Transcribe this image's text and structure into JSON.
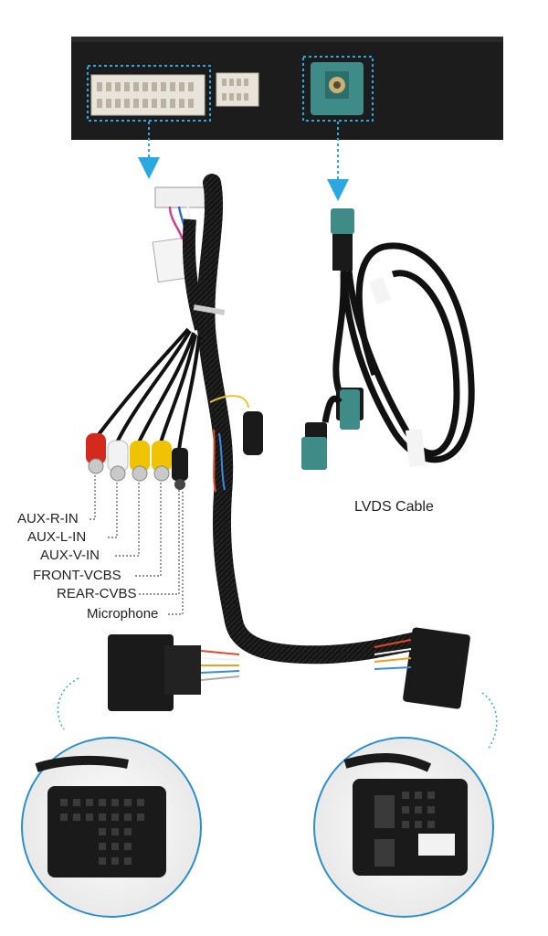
{
  "labels": {
    "aux_r_in": "AUX-R-IN",
    "aux_l_in": "AUX-L-IN",
    "aux_v_in": "AUX-V-IN",
    "front_vcbs": "FRONT-VCBS",
    "rear_cvbs": "REAR-CVBS",
    "microphone": "Microphone",
    "lvds_cable": "LVDS Cable"
  },
  "colors": {
    "box": "#1c1c1c",
    "highlight": "#2aa8e0",
    "cable": "#111111",
    "connector_teal": "#3e8b88",
    "rca_red": "#d42a1e",
    "rca_white": "#f2f2f2",
    "rca_yellow": "#f0c300"
  }
}
